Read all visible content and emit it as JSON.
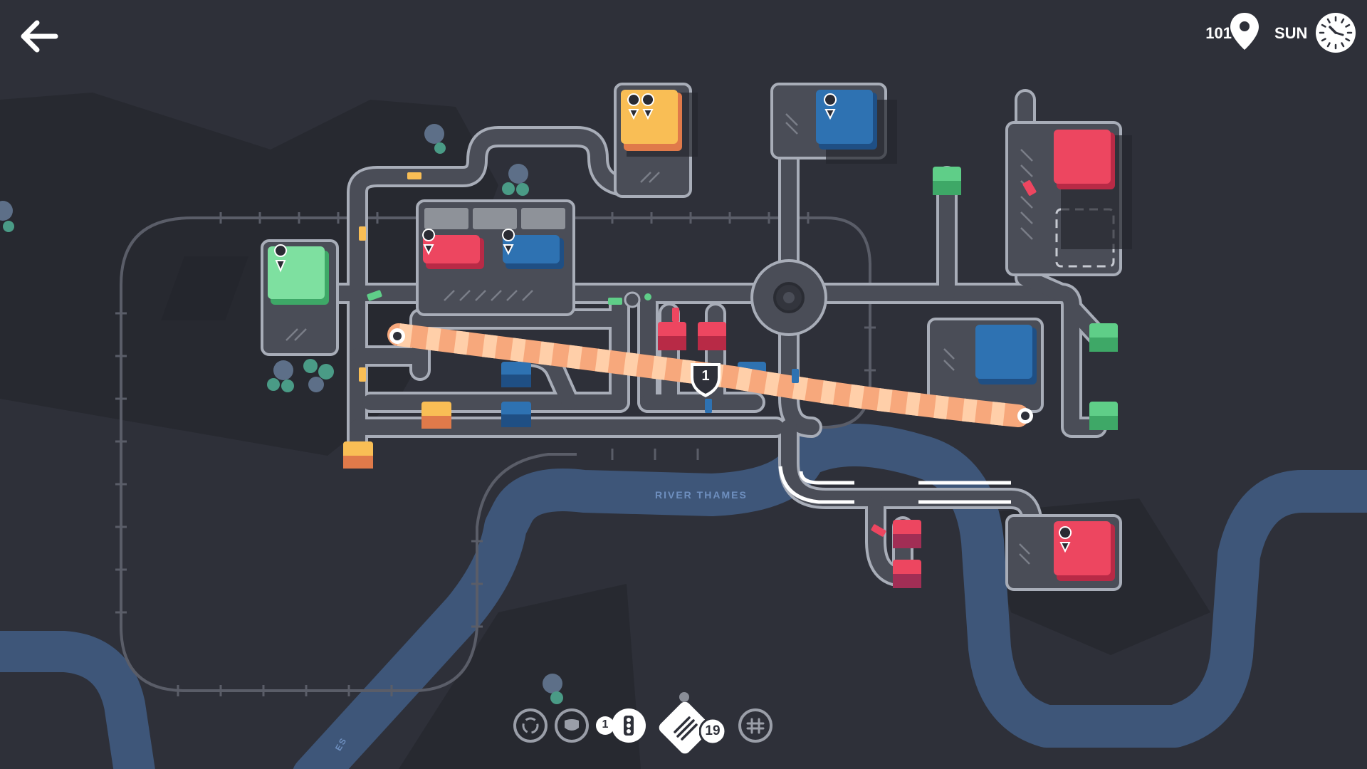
{
  "hud": {
    "score": "101",
    "day": "SUN"
  },
  "map": {
    "river_label": "RIVER THAMES",
    "river_label_partial": "ES",
    "crossing_marker": "1"
  },
  "toolbar": {
    "traffic_light_count": "1",
    "motorway_count": "19"
  },
  "colors": {
    "background": "#2e3039",
    "land_shadow": "#262830",
    "river": "#3e5679",
    "road": "#4a4d57",
    "road_edge": "#a8adb8",
    "railway": "#5a5d68",
    "red_building": "#e8415a",
    "blue_building": "#2e70b0",
    "green_building": "#5fce88",
    "yellow_building": "#f5b748",
    "motorway": "#f7a87c"
  },
  "icons": [
    "back-arrow-icon",
    "location-pin-icon",
    "clock-icon",
    "roundabout-icon",
    "bridge-icon",
    "traffic-light-icon",
    "motorway-icon",
    "tunnel-icon"
  ]
}
